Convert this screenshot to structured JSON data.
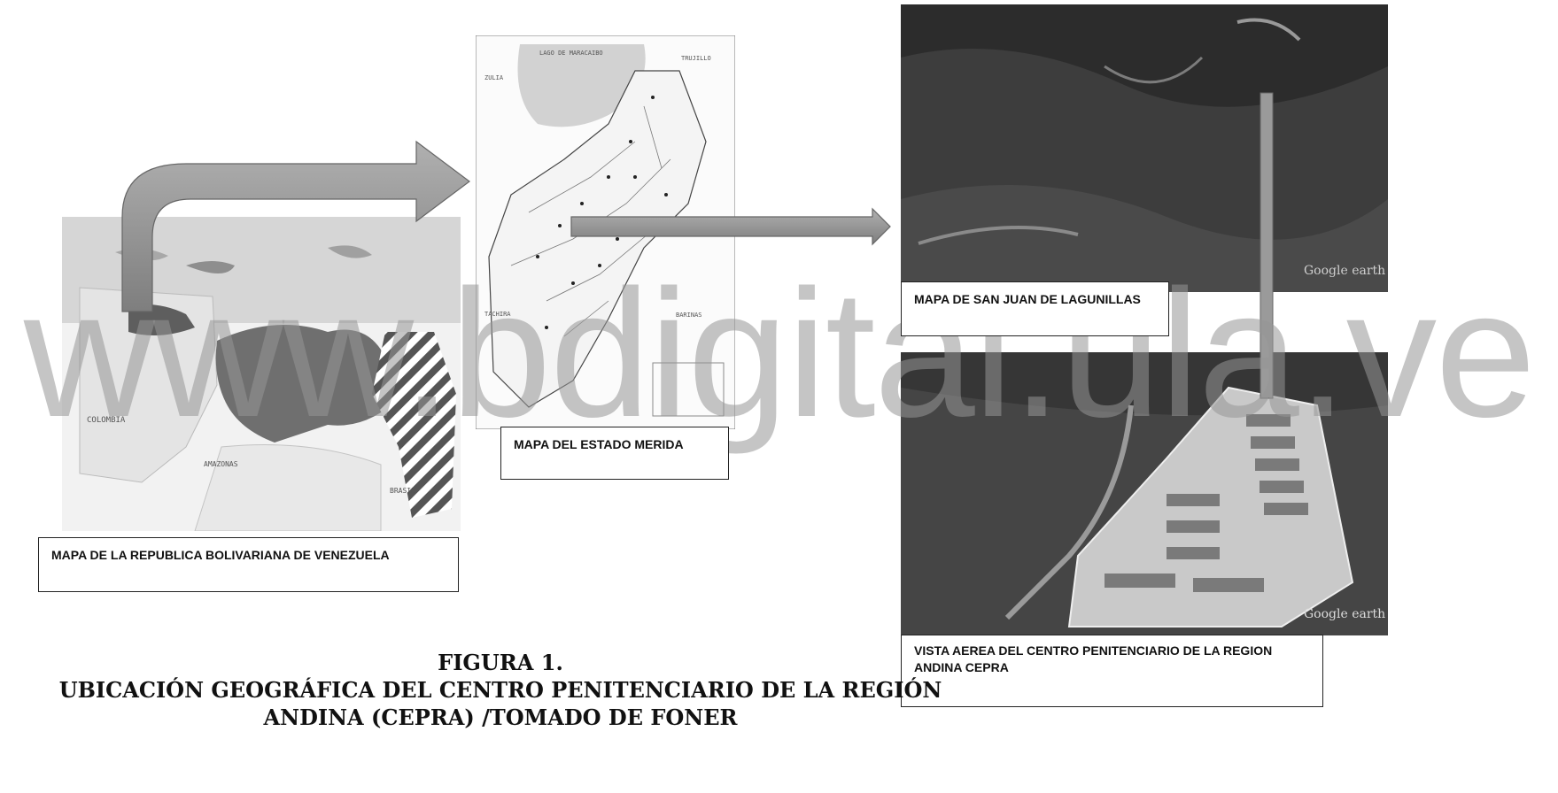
{
  "captions": {
    "venezuela": "MAPA DE LA REPUBLICA BOLIVARIANA DE VENEZUELA",
    "merida": "MAPA DEL ESTADO MERIDA",
    "san_juan": "MAPA DE SAN JUAN DE LAGUNILLAS",
    "aerial": "VISTA AEREA DEL CENTRO PENITENCIARIO DE LA REGION ANDINA CEPRA"
  },
  "figure": {
    "number": "FIGURA 1.",
    "title_line1": "UBICACIÓN GEOGRÁFICA DEL CENTRO PENITENCIARIO DE LA REGIÓN",
    "title_line2": "ANDINA (CEPRA) /TOMADO DE FONER"
  },
  "watermark": "www.bdigital.ula.ve",
  "map_labels": {
    "colombia": "COLOMBIA",
    "amazonas": "AMAZONAS",
    "brasil": "BRASIL",
    "lago": "LAGO DE MARACAIBO",
    "zulia": "ZULIA",
    "trujillo": "TRUJILLO",
    "barinas": "BARINAS",
    "tachira": "TACHIRA",
    "google1": "Google earth",
    "google2": "Google earth"
  },
  "colors": {
    "venezuela_fill": "#6f6f6f",
    "arrow": "#8c8c8c",
    "satellite_dark": "#3d3d3d"
  },
  "icons": [
    "curved-arrow-icon",
    "straight-arrow-icon",
    "vertical-connector-line"
  ]
}
